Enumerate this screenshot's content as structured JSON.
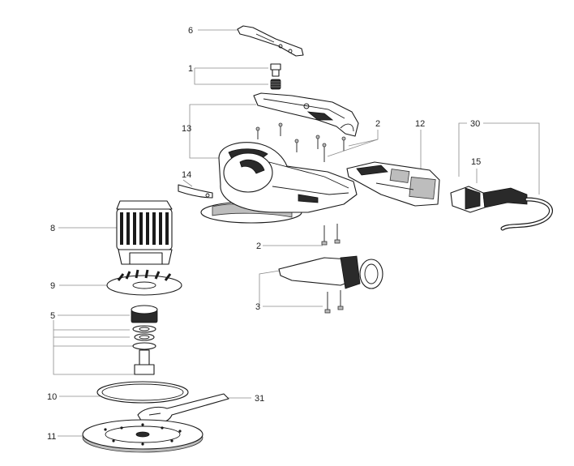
{
  "diagram": {
    "callouts": [
      {
        "id": "6",
        "text": "6"
      },
      {
        "id": "1",
        "text": "1"
      },
      {
        "id": "13",
        "text": "13"
      },
      {
        "id": "14",
        "text": "14"
      },
      {
        "id": "2a",
        "text": "2"
      },
      {
        "id": "12",
        "text": "12"
      },
      {
        "id": "30",
        "text": "30"
      },
      {
        "id": "15",
        "text": "15"
      },
      {
        "id": "8",
        "text": "8"
      },
      {
        "id": "2b",
        "text": "2"
      },
      {
        "id": "9",
        "text": "9"
      },
      {
        "id": "3",
        "text": "3"
      },
      {
        "id": "5",
        "text": "5"
      },
      {
        "id": "10",
        "text": "10"
      },
      {
        "id": "31",
        "text": "31"
      },
      {
        "id": "11",
        "text": "11"
      }
    ]
  }
}
